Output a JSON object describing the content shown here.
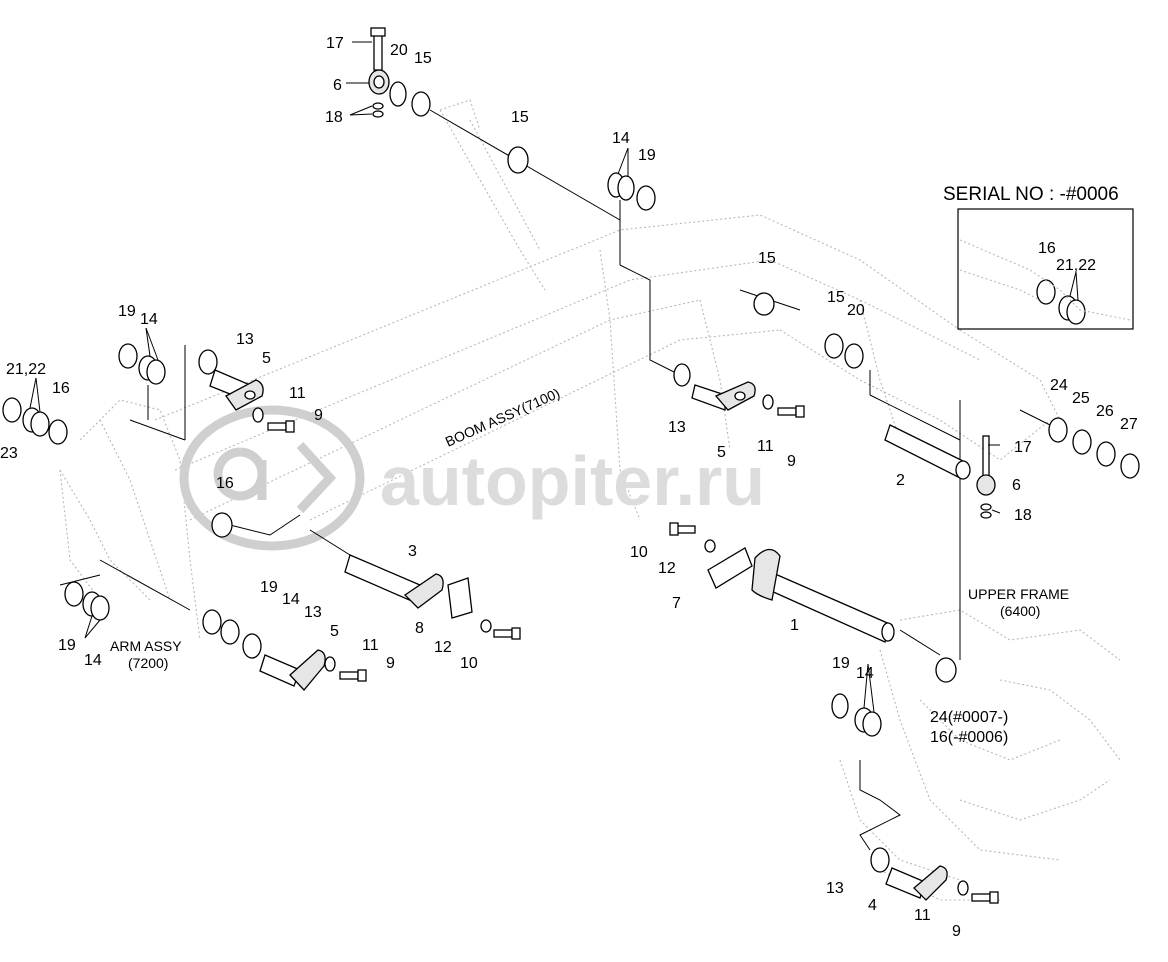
{
  "inset": {
    "title": "SERIAL NO : -#0006"
  },
  "watermark": {
    "text": "autopiter.ru"
  },
  "assemblies": {
    "boom": "BOOM ASSY(7100)",
    "arm_line1": "ARM ASSY",
    "arm_line2": "(7200)",
    "upper_line1": "UPPER FRAME",
    "upper_line2": "(6400)",
    "serial_line1": "24(#0007-)",
    "serial_line2": "16(-#0006)"
  },
  "callouts": [
    "17",
    "20",
    "15",
    "6",
    "18",
    "15",
    "14",
    "19",
    "16",
    "21,22",
    "15",
    "15",
    "20",
    "19",
    "14",
    "13",
    "5",
    "11",
    "9",
    "21,22",
    "16",
    "23",
    "13",
    "5",
    "11",
    "9",
    "24",
    "25",
    "26",
    "27",
    "17",
    "2",
    "6",
    "18",
    "16",
    "3",
    "8",
    "12",
    "10",
    "10",
    "12",
    "7",
    "1",
    "19",
    "14",
    "13",
    "5",
    "11",
    "9",
    "19",
    "14",
    "19",
    "14",
    "13",
    "4",
    "11",
    "9"
  ]
}
